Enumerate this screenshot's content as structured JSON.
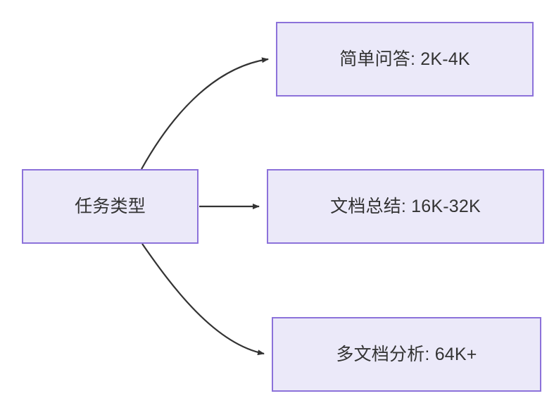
{
  "diagram": {
    "type": "flowchart",
    "direction": "left-to-right",
    "background_color": "#ffffff",
    "node_fill_color": "#ebe9f9",
    "node_border_color": "#8c72da",
    "node_text_color": "#333333",
    "edge_color": "#333333",
    "nodes": [
      {
        "id": "root",
        "label": "任务类型"
      },
      {
        "id": "simple_qa",
        "label": "简单问答: 2K-4K"
      },
      {
        "id": "doc_summary",
        "label": "文档总结: 16K-32K"
      },
      {
        "id": "multidoc",
        "label": "多文档分析: 64K+"
      }
    ],
    "edges": [
      {
        "id": "edge-root-simple-qa",
        "from": "root",
        "to": "simple_qa",
        "style": "curved",
        "arrowhead": "filled-triangle"
      },
      {
        "id": "edge-root-doc-summary",
        "from": "root",
        "to": "doc_summary",
        "style": "straight",
        "arrowhead": "filled-triangle"
      },
      {
        "id": "edge-root-multidoc",
        "from": "root",
        "to": "multidoc",
        "style": "curved",
        "arrowhead": "filled-triangle"
      }
    ]
  }
}
